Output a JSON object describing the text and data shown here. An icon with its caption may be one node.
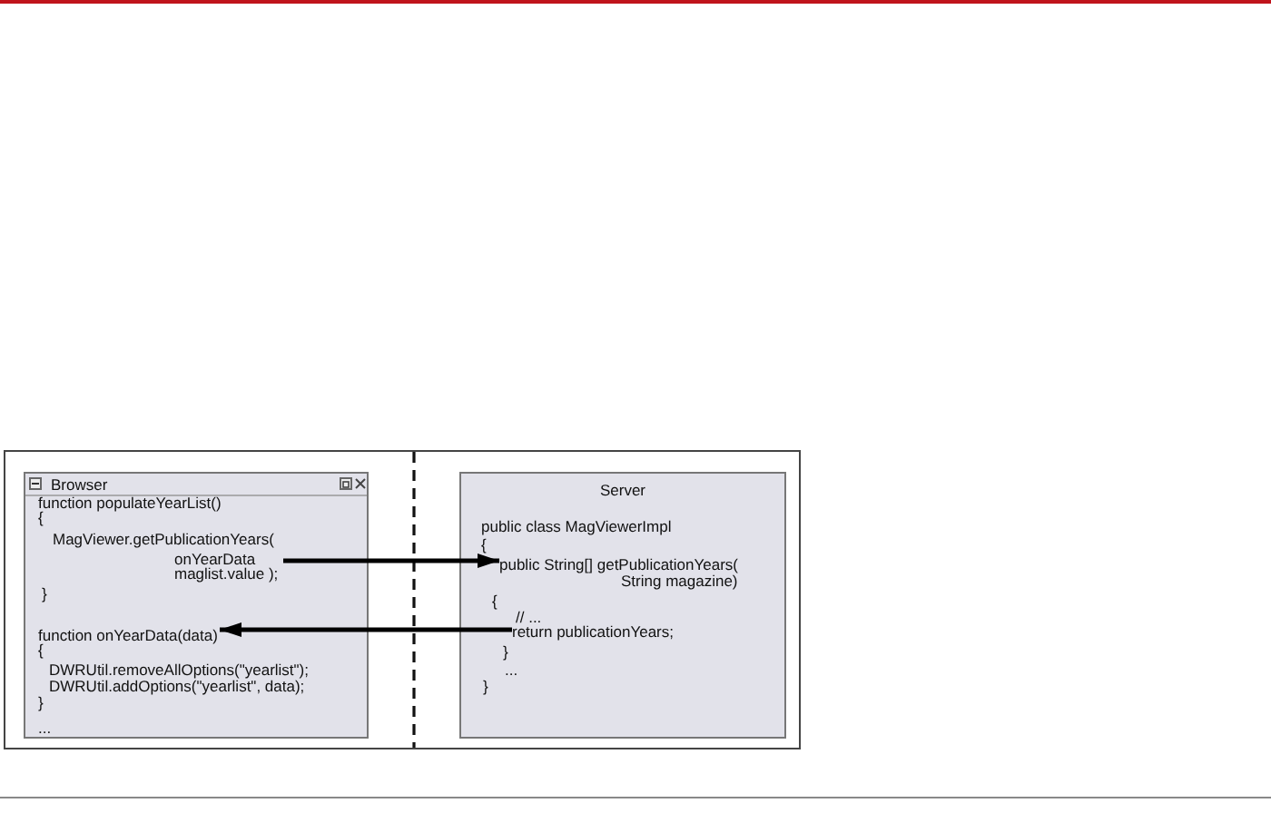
{
  "diagram": {
    "nodes": [
      {
        "text": [
          "Browser",
          "{",
          "DWRUtil.removeAllOptions(\"yearlist\");",
          "DWRUtil.addOptions(\"yearlist\", data);",
          "}",
          "..."
        ]
      },
      {
        "text": [
          "function populateYearList()",
          "{",
          "MagViewer.getPublicationYears(",
          "onYearData",
          "maglist.value );",
          "}"
        ],
        "in": 0
      },
      {
        "text": [
          "function onYearData(data)"
        ],
        "in": 0
      },
      {
        "text": [
          "Server",
          "public class MagViewerImpl",
          "{",
          "{",
          "// ...",
          "}",
          "...",
          "}"
        ]
      },
      {
        "text": [
          "public String[] getPublicationYears(",
          "String magazine)"
        ],
        "in": 3
      },
      {
        "text": [
          "return publicationYears;"
        ],
        "in": 3
      }
    ],
    "edges": [
      {
        "from": 1,
        "to": 4,
        "arrow": "to"
      },
      {
        "from": 5,
        "to": 2,
        "arrow": "to"
      }
    ]
  }
}
